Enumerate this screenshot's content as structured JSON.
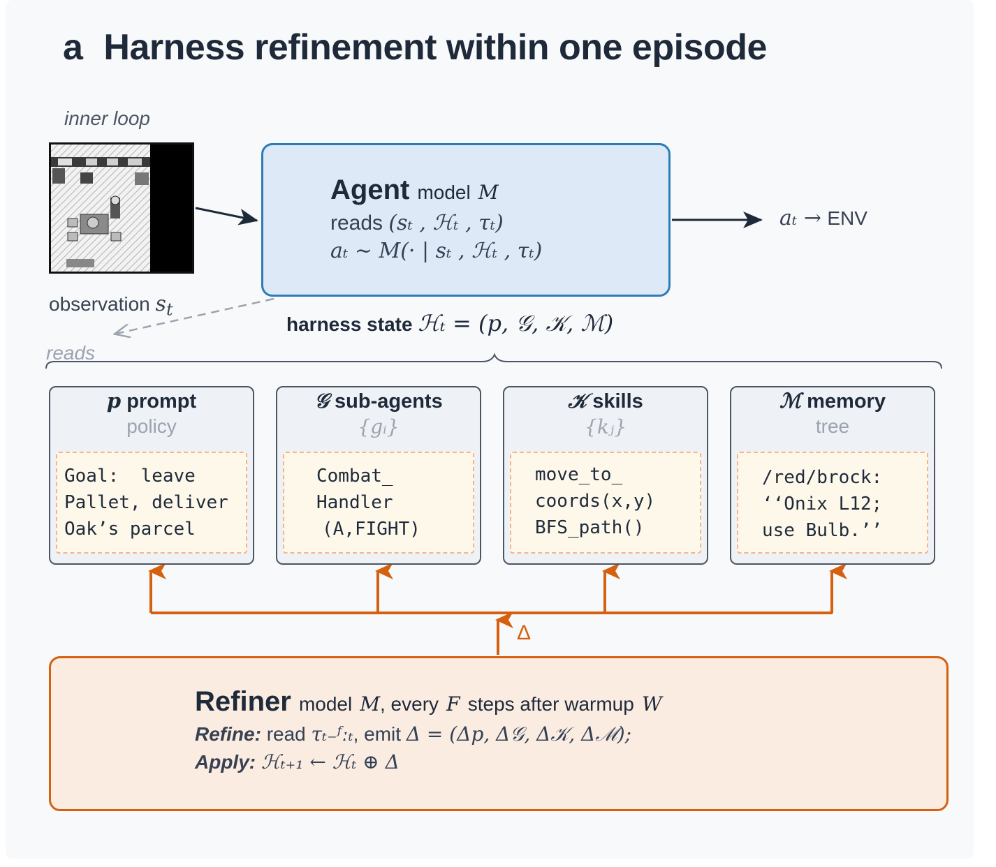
{
  "title": {
    "letter": "a",
    "text": "Harness refinement within one episode"
  },
  "inner_loop_label": "inner loop",
  "observation": {
    "label": "observation",
    "symbol": "s",
    "sub": "t"
  },
  "agent": {
    "name": "Agent",
    "model_label": "model",
    "model_symbol": "M",
    "line1_prefix": "reads",
    "line1_math": "(sₜ , ℋₜ , τₜ)",
    "line2_math": "aₜ ∼ M(· | sₜ , ℋₜ , τₜ)"
  },
  "action_output": {
    "math": "aₜ →",
    "env": "ENV"
  },
  "harness_state": {
    "label": "harness state",
    "math": "ℋₜ = (p,  𝒢,  𝒦,  ℳ)"
  },
  "reads_label": "reads",
  "components": [
    {
      "symbol": "p",
      "name": "prompt",
      "sub": "policy",
      "lines": [
        "Goal:  leave",
        "Pallet, deliver",
        "Oak’s parcel"
      ]
    },
    {
      "symbol": "𝒢",
      "name": "sub-agents",
      "sub": "{gᵢ}",
      "lines": [
        "Combat_",
        "Handler",
        "(A,FIGHT)"
      ]
    },
    {
      "symbol": "𝒦",
      "name": "skills",
      "sub": "{kⱼ}",
      "lines": [
        "move_to_",
        "coords(x,y)",
        "BFS_path()"
      ]
    },
    {
      "symbol": "ℳ",
      "name": "memory",
      "sub": "tree",
      "lines": [
        "/red/brock:",
        "‘‘Onix L12;",
        "use Bulb.’’"
      ]
    }
  ],
  "delta_label": "Δ",
  "refiner": {
    "name": "Refiner",
    "desc_part1": "model",
    "desc_M": "M",
    "desc_part2": ", every",
    "desc_F": "F",
    "desc_part3": "steps after warmup",
    "desc_W": "W",
    "refine_label": "Refine:",
    "refine_text1": "read",
    "refine_math1": "τₜ₋ᶠːₜ",
    "refine_text2": ", emit",
    "refine_math2": "Δ = (Δp, Δ𝒢, Δ𝒦, Δℳ);",
    "apply_label": "Apply:",
    "apply_math": "ℋₜ₊₁ ← ℋₜ ⊕ Δ"
  },
  "colors": {
    "agent_border": "#2c7cb6",
    "agent_fill": "#dde9f6",
    "refiner_border": "#d5600f",
    "refiner_fill": "#fbece2",
    "note_border": "#f5b48a"
  }
}
